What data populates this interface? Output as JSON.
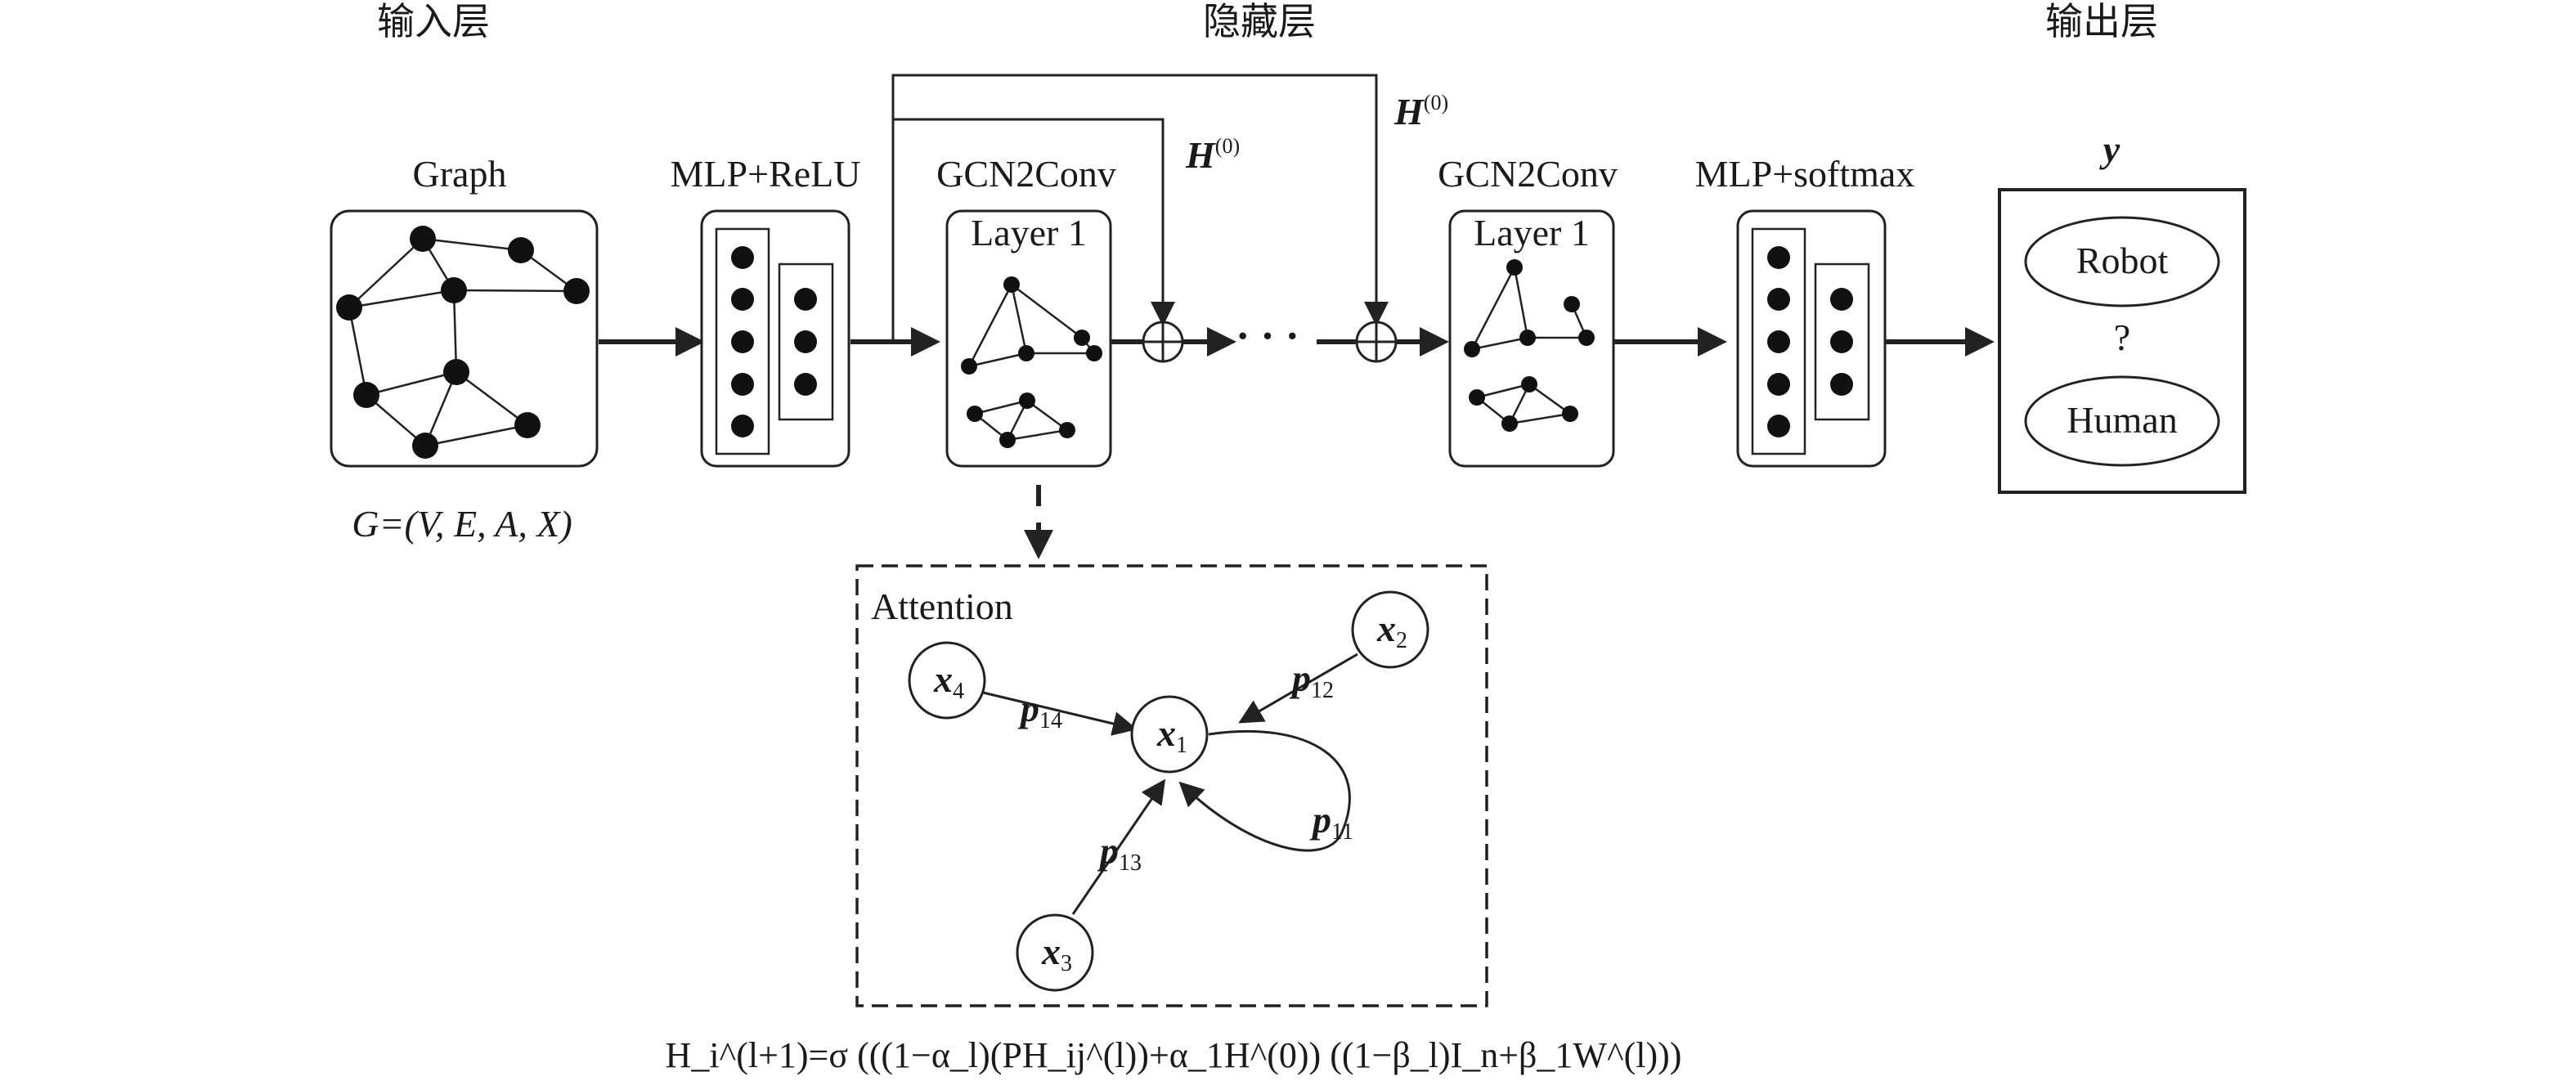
{
  "sections": {
    "input": "输入层",
    "hidden": "隐藏层",
    "output": "输出层"
  },
  "blocks": {
    "graph": "Graph",
    "graph_formula": "G=(V, E, A, X)",
    "mlp_relu": "MLP+ReLU",
    "gcn2conv_a": "GCN2Conv",
    "gcn2conv_b": "GCN2Conv",
    "layer_a": "Layer 1",
    "layer_b": "Layer 1",
    "mlp_softmax": "MLP+softmax",
    "output_var": "y",
    "robot": "Robot",
    "question": "?",
    "human": "Human",
    "dots": "· · ·"
  },
  "skip_labels": {
    "h0_inner": "H",
    "h0_outer": "H",
    "h0_sup": "(0)"
  },
  "attention": {
    "title": "Attention",
    "nodes": [
      {
        "name": "x",
        "sub": "1"
      },
      {
        "name": "x",
        "sub": "2"
      },
      {
        "name": "x",
        "sub": "3"
      },
      {
        "name": "x",
        "sub": "4"
      }
    ],
    "edges": [
      {
        "name": "p",
        "sub": "12"
      },
      {
        "name": "p",
        "sub": "14"
      },
      {
        "name": "p",
        "sub": "13"
      },
      {
        "name": "p",
        "sub": "11"
      }
    ]
  },
  "equation": "H_i^(l+1)=σ (((1−α_l)(PH_ij^(l))+α_1H^(0)) ((1−β_l)I_n+β_1W^(l)))"
}
